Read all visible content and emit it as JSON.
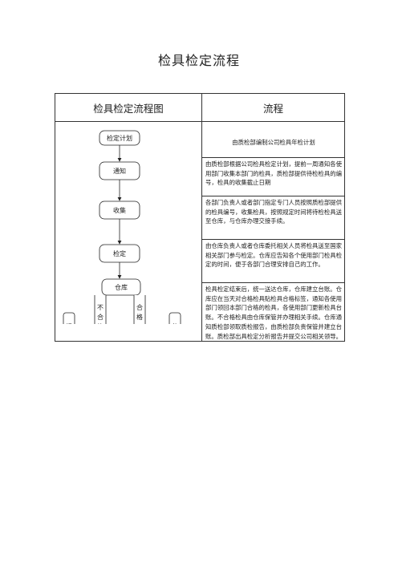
{
  "title": "检具检定流程",
  "table": {
    "header_left": "检具检定流程图",
    "header_right": "流程"
  },
  "flow": {
    "plan": "检定计划",
    "notify": "通知",
    "collect": "收集",
    "verify": "检定",
    "warehouse": "仓库",
    "unqualified": [
      "不",
      "合",
      "格"
    ],
    "qualified": [
      "合",
      "格"
    ],
    "scrap": [
      "报",
      "废"
    ],
    "use": [
      "使",
      "用"
    ]
  },
  "steps": [
    "由质检部编制公司检具年检计划",
    "由质检部根据公司检具检定计划，提前一周通知各使用部门收集本部门的检具，质检部提供待检检具的编号，检具的收集截止日期",
    "各部门负责人或者部门指定专门人员按照质检部提供的检具编号，收集检具，按照规定时间将待检检具送至仓库，与仓库办理交接手续。",
    "由仓库负责人或者仓库委托相关人员将检具送至国家相关部门参与检定。仓库应告知各个使用部门检具检定的时间，便于各部门合理安排自己的工作。",
    "检具检定结束后，统一送达仓库，仓库建立台账。仓库应在当天对合格检具贴检具合格标签，通知各使用部门领回本部门合格的检具，各使用部门更新检具台账。不合格检具由仓库保管并办理相关手续。仓库通知质检部领取质检报告，由质检部负责保管并建立台账。质检部出具检定分析报告并提交公司相关领导。"
  ]
}
